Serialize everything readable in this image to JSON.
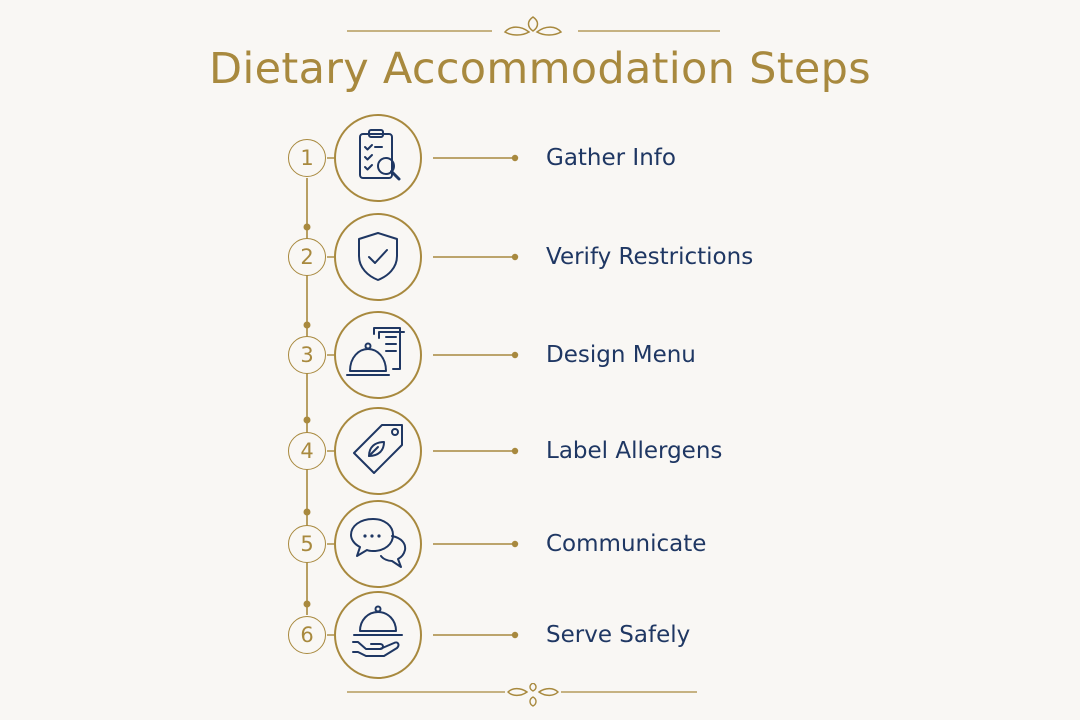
{
  "title": "Dietary Accommodation Steps",
  "colors": {
    "gold": "#a8893e",
    "navy": "#1f3763",
    "background": "#f9f7f4"
  },
  "steps": [
    {
      "number": "1",
      "label": "Gather Info",
      "icon": "clipboard-search-icon"
    },
    {
      "number": "2",
      "label": "Verify Restrictions",
      "icon": "shield-check-icon"
    },
    {
      "number": "3",
      "label": "Design Menu",
      "icon": "cloche-menu-icon"
    },
    {
      "number": "4",
      "label": "Label Allergens",
      "icon": "leaf-tag-icon"
    },
    {
      "number": "5",
      "label": "Communicate",
      "icon": "chat-bubbles-icon"
    },
    {
      "number": "6",
      "label": "Serve Safely",
      "icon": "serving-hand-icon"
    }
  ]
}
